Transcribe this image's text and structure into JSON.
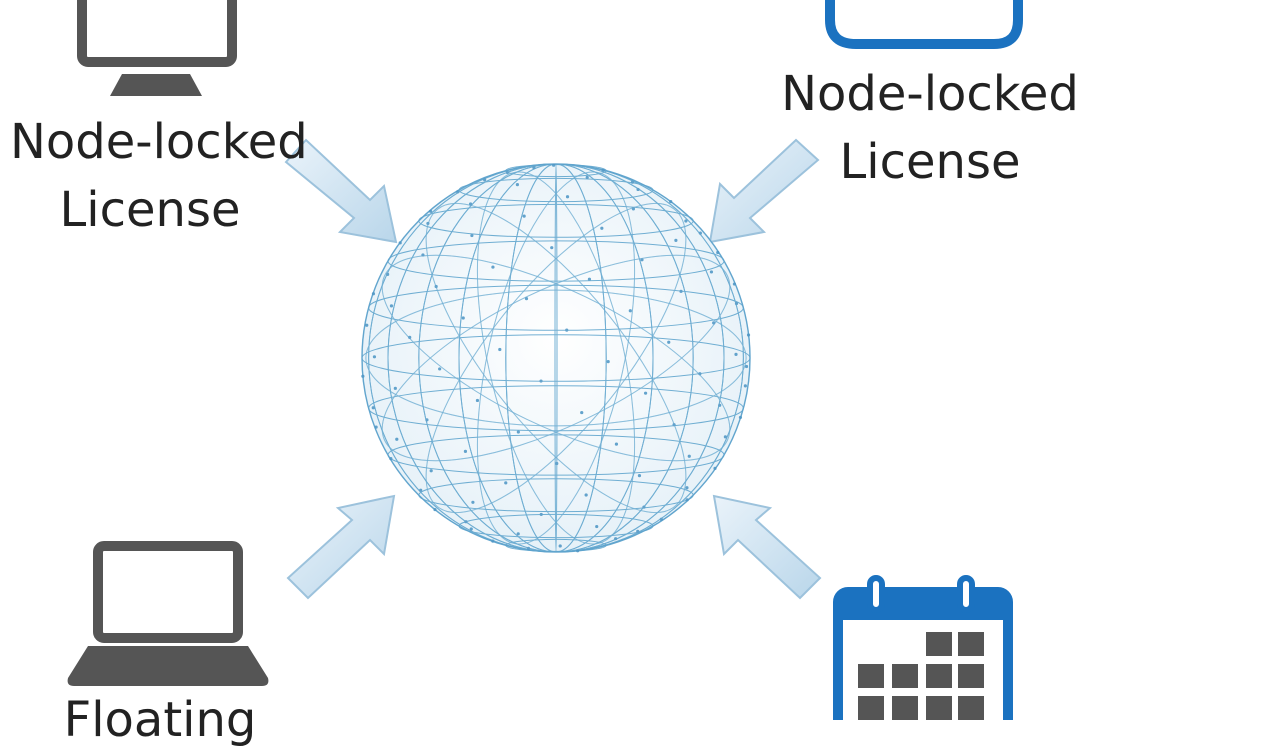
{
  "labels": {
    "top_left": {
      "line1": "Node-locked",
      "line2": "License"
    },
    "top_right": {
      "line1": "Node-locked",
      "line2": "License"
    },
    "bottom_left": {
      "line1": "Floating"
    }
  },
  "icons": {
    "top_left": "monitor-icon",
    "top_right": "cloud-icon",
    "bottom_left": "laptop-icon",
    "bottom_right": "calendar-icon",
    "center": "globe-wireframe-icon"
  },
  "colors": {
    "icon_dark": "#555555",
    "accent_blue": "#1b72c0",
    "mesh_blue": "#5aa2cc",
    "arrow_fill": "#d6e8f5",
    "arrow_stroke": "#9cc2dc",
    "text": "#222222"
  }
}
